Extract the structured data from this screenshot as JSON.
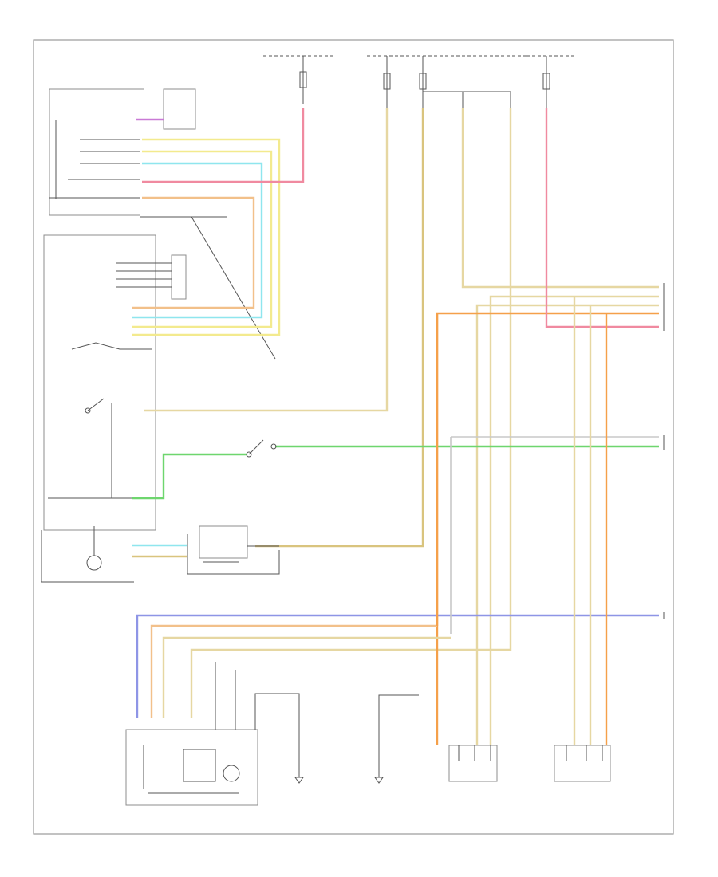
{
  "page_label": "",
  "colors": {
    "frame": "#9a9a9a",
    "yellow": "#f3ea8e",
    "cyan": "#8fe6ee",
    "red": "#f08aa0",
    "tan": "#e6d7a2",
    "orange": "#f5a04a",
    "green": "#6ed66e",
    "blue": "#8e95e6",
    "gray": "#c8c8c8"
  },
  "icons": [
    "ground-symbol",
    "connector-pin",
    "switch-contact",
    "motor-symbol"
  ]
}
